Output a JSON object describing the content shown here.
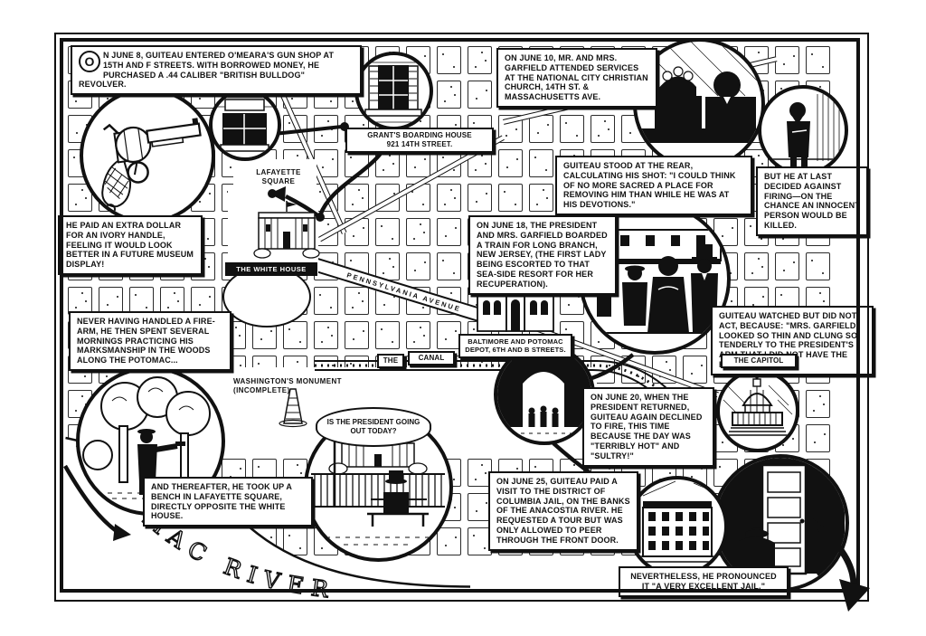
{
  "colors": {
    "ink": "#111111",
    "paper": "#ffffff"
  },
  "captions": {
    "june8": {
      "drop_cap": "O",
      "text": "N JUNE 8, GUITEAU ENTERED O'MEARA'S GUN SHOP AT 15TH AND F STREETS. WITH BORROWED MONEY, HE PURCHASED A .44 CALIBER \"BRITISH BULLDOG\" REVOLVER."
    },
    "june10": {
      "text": "ON JUNE 10, MR. AND MRS. GARFIELD ATTENDED SERVICES AT THE NATIONAL CITY CHRISTIAN CHURCH, 14TH ST. & MASSACHUSETTS AVE."
    },
    "calculating": {
      "text": "GUITEAU STOOD AT THE REAR, CALCULATING HIS SHOT: \"I COULD THINK OF NO MORE SACRED A PLACE FOR REMOVING HIM THAN WHILE HE WAS AT HIS DEVOTIONS.\""
    },
    "decided": {
      "text": "BUT HE AT LAST DECIDED AGAINST FIRING—ON THE CHANCE AN INNOCENT PERSON WOULD BE KILLED."
    },
    "ivory": {
      "text": "HE PAID AN EXTRA DOLLAR FOR AN IVORY HANDLE, FEELING IT WOULD LOOK BETTER IN A FUTURE MUSEUM DISPLAY!"
    },
    "june18": {
      "text": "ON JUNE 18, THE PRESIDENT AND MRS. GARFIELD BOARDED A TRAIN FOR LONG BRANCH, NEW JERSEY, (THE FIRST LADY BEING ESCORTED TO THAT SEA-SIDE RESORT FOR HER RECUPERATION)."
    },
    "watched": {
      "text": "GUITEAU WATCHED BUT DID NOT ACT, BECAUSE: \"MRS. GARFIELD LOOKED SO THIN AND CLUNG SO TENDERLY TO THE PRESIDENT'S ARM THAT I DID NOT HAVE THE HEART.\""
    },
    "firearm": {
      "text": "NEVER HAVING HANDLED A FIRE-ARM, HE THEN SPENT SEVERAL MORNINGS PRACTICING HIS MARKSMANSHIP IN THE WOODS ALONG THE POTOMAC..."
    },
    "june20": {
      "text": "ON JUNE 20, WHEN THE PRESIDENT RETURNED, GUITEAU AGAIN DECLINED TO FIRE, THIS TIME BECAUSE THE DAY WAS \"TERRIBLY HOT\" AND \"SULTRY!\""
    },
    "bench": {
      "text": "AND THEREAFTER, HE TOOK UP A BENCH IN LAFAYETTE SQUARE, DIRECTLY OPPOSITE THE WHITE HOUSE."
    },
    "june25": {
      "text": "ON JUNE 25, GUITEAU PAID A VISIT TO THE DISTRICT OF COLUMBIA JAIL, ON THE BANKS OF THE ANACOSTIA RIVER. HE REQUESTED A TOUR BUT WAS ONLY ALLOWED TO PEER THROUGH THE FRONT DOOR."
    },
    "jail_quote": {
      "text": "NEVERTHELESS, HE PRONOUNCED IT \"A VERY EXCELLENT JAIL.\""
    }
  },
  "labels": {
    "grants_line1": "GRANT'S BOARDING HOUSE",
    "grants_line2": "921 14TH STREET.",
    "lafayette_line1": "LAFAYETTE",
    "lafayette_line2": "SQUARE",
    "white_house": "THE WHITE HOUSE",
    "pennsylvania": "PENNSYLVANIA AVENUE",
    "depot_line1": "BALTIMORE AND POTOMAC",
    "depot_line2": "DEPOT, 6TH AND B STREETS.",
    "canal_the": "THE",
    "canal": "CANAL",
    "monument_line1": "WASHINGTON'S MONUMENT",
    "monument_line2": "(INCOMPLETE)",
    "capitol": "THE CAPITOL",
    "river": "POTOMAC  RIVER"
  },
  "speech": {
    "bubble": "IS THE PRESIDENT GOING OUT TODAY?"
  }
}
